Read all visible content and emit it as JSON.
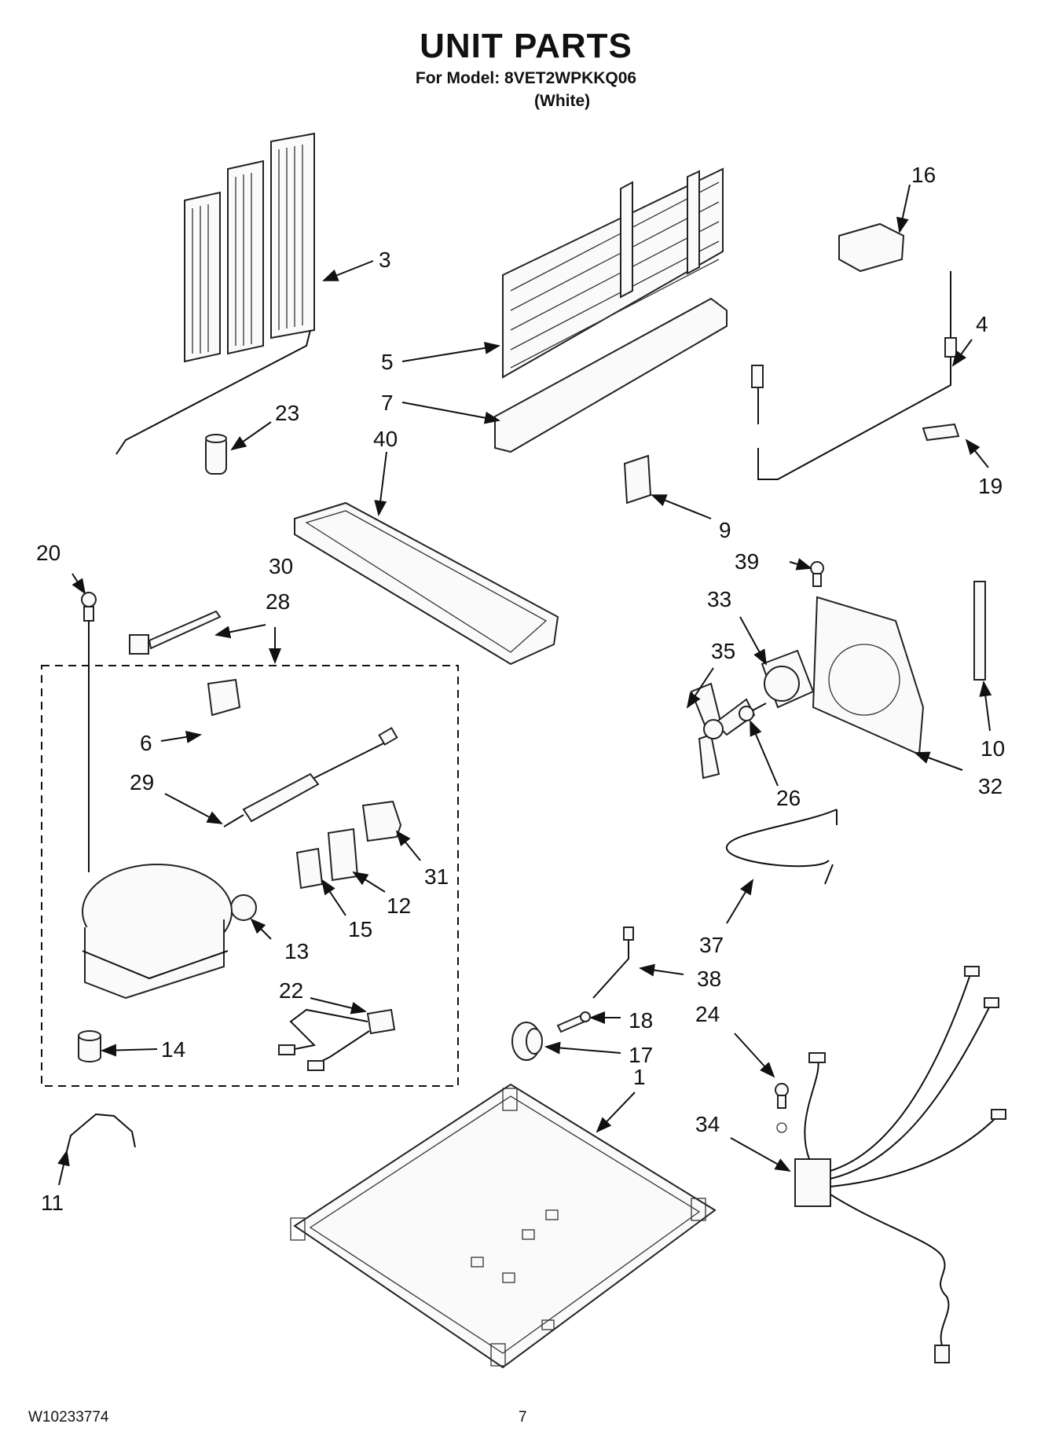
{
  "header": {
    "title": "UNIT PARTS",
    "model_line": "For Model: 8VET2WPKKQ06",
    "variant": "(White)"
  },
  "footer": {
    "doc_number": "W10233774",
    "page": "7"
  },
  "callouts": {
    "c1": "1",
    "c3": "3",
    "c4": "4",
    "c5": "5",
    "c6": "6",
    "c7": "7",
    "c9": "9",
    "c10": "10",
    "c11": "11",
    "c12": "12",
    "c13": "13",
    "c14": "14",
    "c15": "15",
    "c16": "16",
    "c17": "17",
    "c18": "18",
    "c19": "19",
    "c20": "20",
    "c22": "22",
    "c23": "23",
    "c24": "24",
    "c26": "26",
    "c28": "28",
    "c29": "29",
    "c30": "30",
    "c31": "31",
    "c32": "32",
    "c33": "33",
    "c34": "34",
    "c35": "35",
    "c37": "37",
    "c38": "38",
    "c39": "39",
    "c40": "40"
  }
}
